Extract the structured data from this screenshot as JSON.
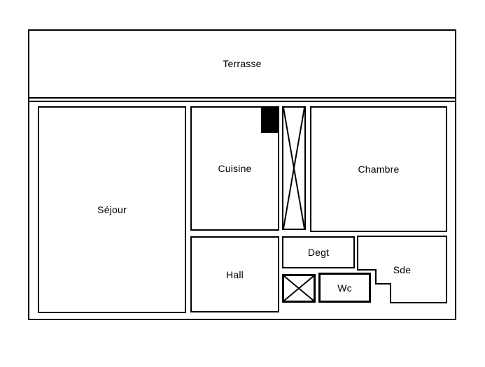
{
  "plan": {
    "type": "apartment-floor-plan",
    "rooms": {
      "terrasse": {
        "label": "Terrasse"
      },
      "sejour": {
        "label": "Séjour"
      },
      "cuisine": {
        "label": "Cuisine"
      },
      "chambre": {
        "label": "Chambre"
      },
      "hall": {
        "label": "Hall"
      },
      "degt": {
        "label": "Degt"
      },
      "sde": {
        "label": "Sde"
      },
      "wc": {
        "label": "Wc"
      }
    },
    "icons": {
      "shaft_cross": "x-cross-shaft",
      "duct_cross": "x-cross-duct",
      "chimney_block": "filled-black-rectangle"
    },
    "colors": {
      "wall": "#000000",
      "floor": "#ffffff",
      "feature_fill": "#000000"
    }
  }
}
